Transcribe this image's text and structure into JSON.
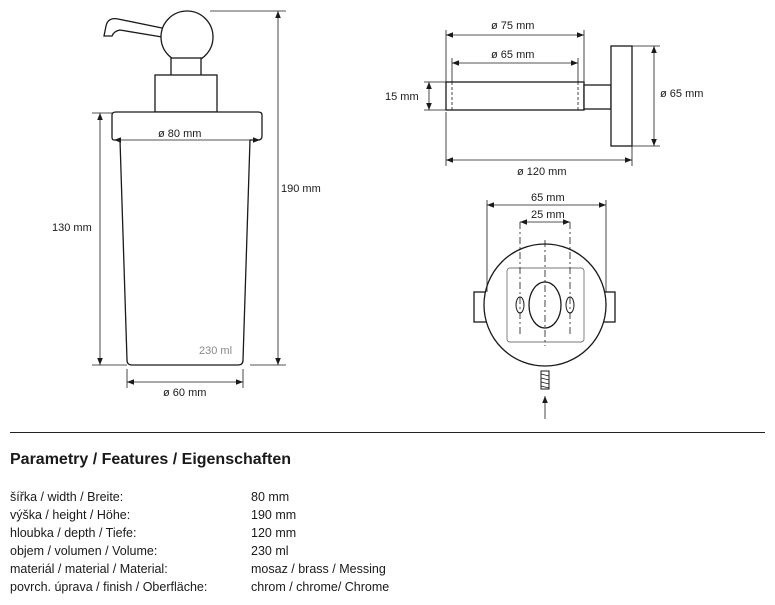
{
  "dispenser_view": {
    "neck_diameter": "ø 80 mm",
    "base_diameter": "ø 60 mm",
    "height_total": "190 mm",
    "height_glass": "130 mm",
    "volume": "230 ml"
  },
  "side_view": {
    "rod_outer_diameter": "ø 75 mm",
    "rod_inner_diameter": "ø 65 mm",
    "rod_thickness": "15 mm",
    "flange_diameter": "ø 65 mm",
    "depth": "ø 120 mm"
  },
  "front_view": {
    "plate_width": "65 mm",
    "hole_spacing": "25 mm"
  },
  "features": {
    "title": "Parametry / Features / Eigenschaften",
    "rows": [
      {
        "label": "šířka / width / Breite:",
        "value": "80 mm"
      },
      {
        "label": "výška / height / Höhe:",
        "value": "190 mm"
      },
      {
        "label": "hloubka / depth / Tiefe:",
        "value": "120 mm"
      },
      {
        "label": "objem / volumen / Volume:",
        "value": "230 ml"
      },
      {
        "label": "materiál / material / Material:",
        "value": "mosaz / brass / Messing"
      },
      {
        "label": "povrch. úprava / finish / Oberfläche:",
        "value": "chrom / chrome/ Chrome"
      }
    ]
  }
}
